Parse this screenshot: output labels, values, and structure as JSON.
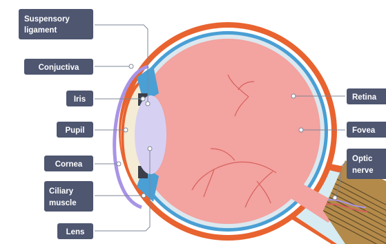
{
  "labels": {
    "suspensory_ligament": [
      "Suspensory",
      "ligament"
    ],
    "conjunctiva": "Conjuctiva",
    "iris": "Iris",
    "pupil": "Pupil",
    "cornea": "Cornea",
    "ciliary_muscle": [
      "Ciliary",
      "muscle"
    ],
    "lens": "Lens",
    "retina": "Retina",
    "fovea": "Fovea",
    "optic_nerve": [
      "Optic",
      "nerve"
    ]
  },
  "colors": {
    "label_bg": "#4e5670",
    "leader_line": "#7d8596",
    "sclera": "#e8632f",
    "choroid": "#4a9fd4",
    "vitreous": "#f3a3a0",
    "aqueous": "#f5ecd6",
    "lens": "#d6d1f3",
    "conjunctiva": "#a894e6",
    "vessel": "#d7605c",
    "optic_nerve_core": "#b48a4a"
  },
  "icons": [
    "eye-cross-section"
  ]
}
